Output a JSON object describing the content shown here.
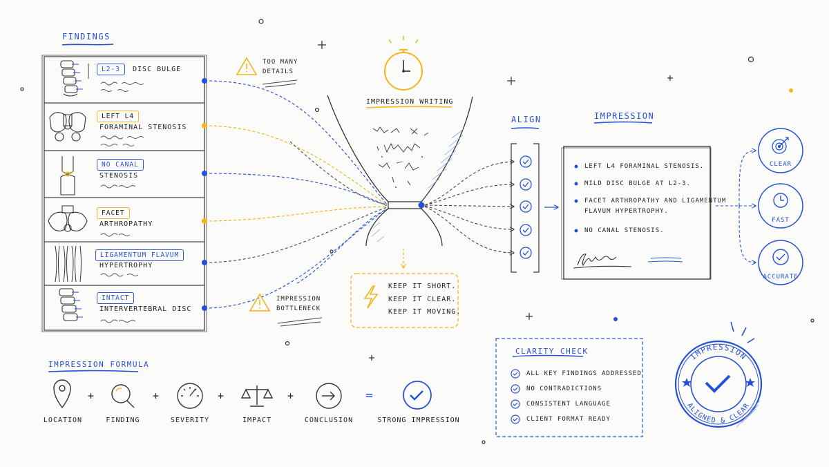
{
  "findings": {
    "title": "FINDINGS",
    "rows": [
      {
        "tag": "L2-3",
        "tag_color": "blue",
        "text": "DISC BULGE",
        "text2": "",
        "connector": "blue",
        "icon": "lumbar-spine-icon"
      },
      {
        "tag": "LEFT L4",
        "tag_color": "yellow",
        "text": "FORAMINAL STENOSIS",
        "text2": "",
        "connector": "yellow",
        "icon": "pelvis-icon"
      },
      {
        "tag": "NO CANAL",
        "tag_color": "blue",
        "text": "STENOSIS",
        "text2": "",
        "connector": "blue",
        "icon": "knee-joint-icon"
      },
      {
        "tag": "FACET",
        "tag_color": "yellow",
        "text": "ARTHROPATHY",
        "text2": "",
        "connector": "yellow",
        "icon": "pelvis-icon"
      },
      {
        "tag": "LIGAMENTUM FLAVUM",
        "tag_color": "blue",
        "text": "HYPERTROPHY",
        "text2": "",
        "connector": "blue",
        "icon": "ligament-fibers-icon"
      },
      {
        "tag": "INTACT",
        "tag_color": "blue",
        "text": "INTERVERTEBRAL DISC",
        "text2": "",
        "connector": "blue",
        "icon": "vertebrae-icon"
      }
    ]
  },
  "warnings": [
    {
      "line1": "TOO MANY",
      "line2": "DETAILS",
      "icon": "warning-triangle-icon"
    },
    {
      "line1": "IMPRESSION",
      "line2": "BOTTLENECK",
      "icon": "warning-triangle-icon"
    }
  ],
  "funnel": {
    "label": "IMPRESSION WRITING",
    "icon": "stopwatch-icon"
  },
  "tips": {
    "icon": "lightning-icon",
    "lines": [
      "KEEP IT SHORT.",
      "KEEP IT CLEAR.",
      "KEEP IT MOVING."
    ]
  },
  "align": {
    "label": "ALIGN",
    "checks": 5
  },
  "impression": {
    "title": "IMPRESSION",
    "bullets": [
      "LEFT L4 FORAMINAL STENOSIS.",
      "MILD DISC BULGE AT L2-3.",
      "FACET ARTHROPATHY AND LIGAMENTUM",
      "FLAVUM HYPERTROPHY.",
      "NO CANAL STENOSIS."
    ]
  },
  "outcomes": [
    {
      "label": "CLEAR",
      "icon": "target-icon"
    },
    {
      "label": "FAST",
      "icon": "clock-icon"
    },
    {
      "label": "ACCURATE",
      "icon": "checkmark-icon"
    }
  ],
  "formula": {
    "title": "IMPRESSION FORMULA",
    "items": [
      {
        "label": "LOCATION",
        "icon": "location-pin-icon"
      },
      {
        "label": "FINDING",
        "icon": "magnifier-icon"
      },
      {
        "label": "SEVERITY",
        "icon": "gauge-icon"
      },
      {
        "label": "IMPACT",
        "icon": "scale-icon"
      },
      {
        "label": "CONCLUSION",
        "icon": "arrow-circle-icon"
      }
    ],
    "plus": "+",
    "equals": "=",
    "result": "STRONG IMPRESSION",
    "result_icon": "checkmark-circle-icon"
  },
  "clarity": {
    "title": "CLARITY CHECK",
    "items": [
      "ALL KEY FINDINGS ADDRESSED",
      "NO CONTRADICTIONS",
      "CONSISTENT LANGUAGE",
      "CLIENT FORMAT READY"
    ]
  },
  "stamp": {
    "top": "IMPRESSION",
    "bottom": "ALIGNED & CLEAR"
  },
  "colors": {
    "blue": "#2450d8",
    "yellow": "#f2b51b",
    "ink": "#222222"
  }
}
